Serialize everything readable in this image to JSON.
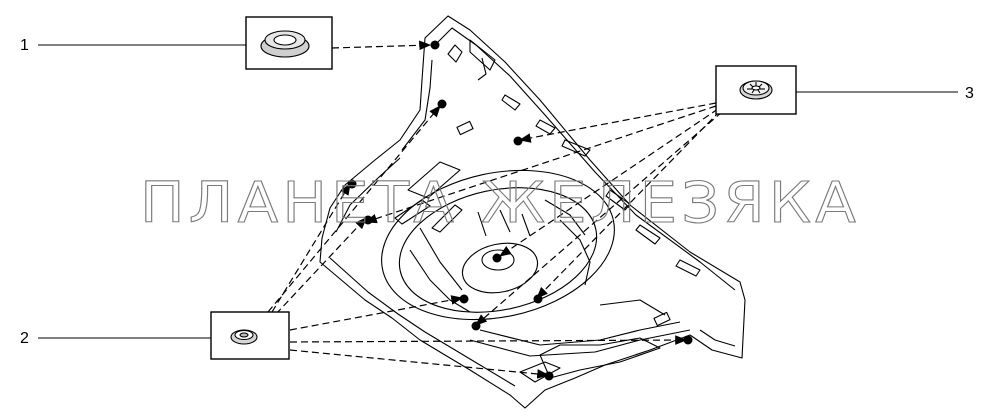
{
  "callouts": [
    {
      "id": "1",
      "label": "1",
      "part": "plug-large-icon"
    },
    {
      "id": "2",
      "label": "2",
      "part": "plug-small-icon"
    },
    {
      "id": "3",
      "label": "3",
      "part": "plug-clip-icon"
    }
  ],
  "watermark": "ПЛАНЕТА ЖЕЛЕЗЯКА",
  "colors": {
    "line": "#000000",
    "watermark": "#7a7a7a",
    "background": "#ffffff"
  }
}
